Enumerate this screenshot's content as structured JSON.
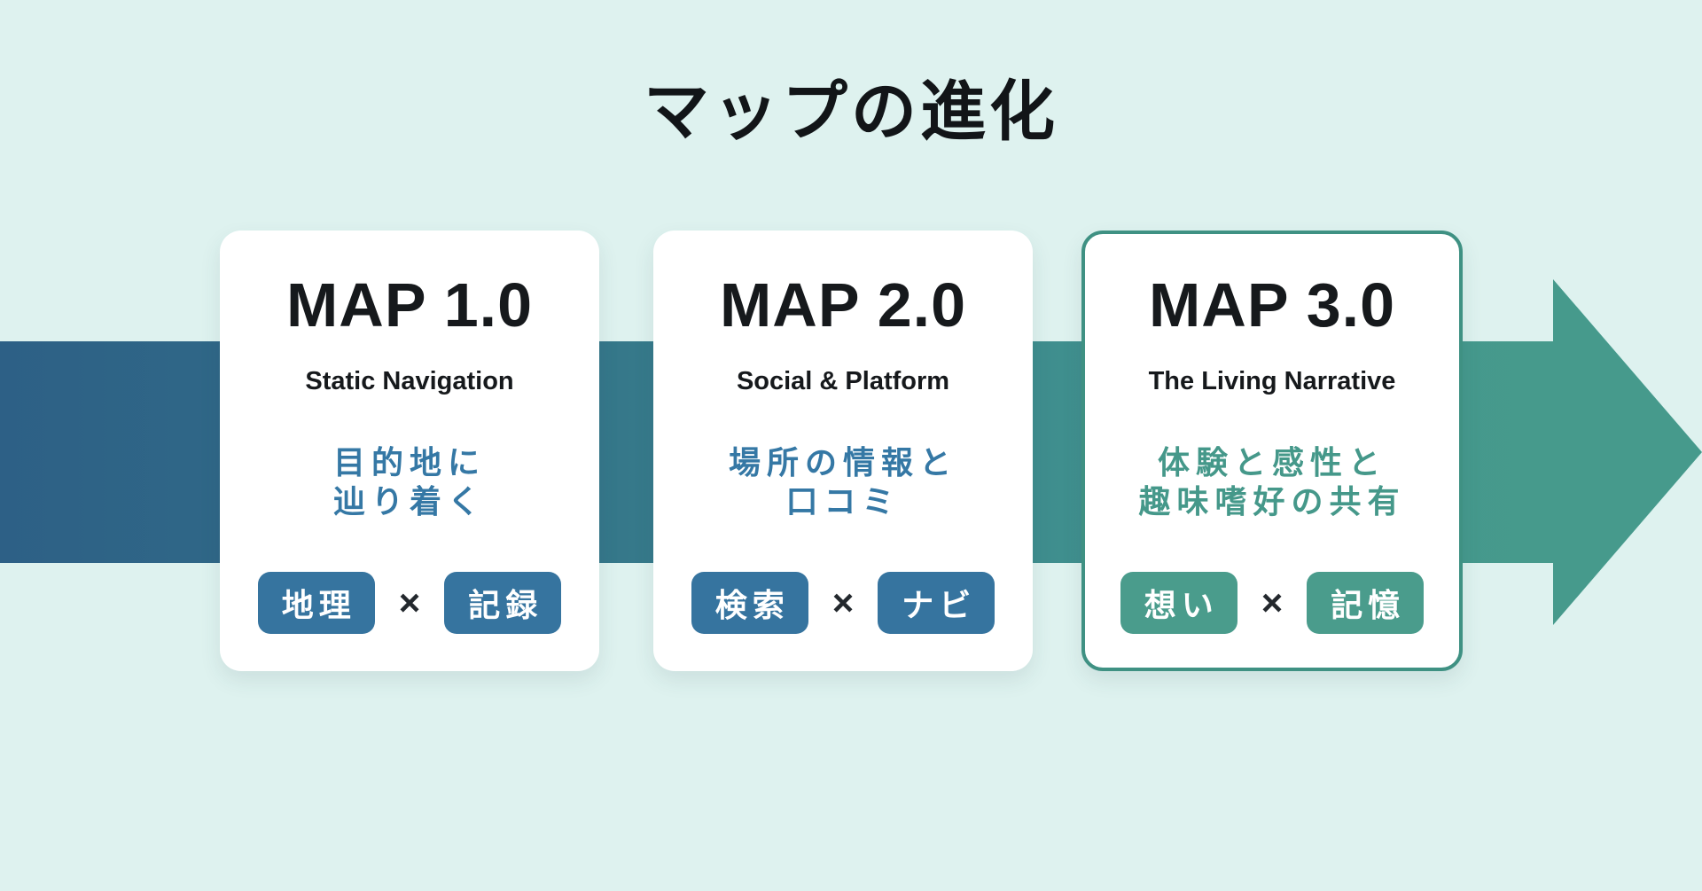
{
  "title": "マップの進化",
  "colors": {
    "background": "#def2ef",
    "arrow_gradient_start": "#2d6086",
    "arrow_gradient_end": "#469a8c",
    "blue_text": "#3578a5",
    "blue_badge": "#36749f",
    "green_text": "#45988a",
    "green_badge": "#4a9c8c",
    "highlight_card_border": "#3f9183",
    "heading_text": "#16191c"
  },
  "cards": [
    {
      "heading": "MAP 1.0",
      "subtitle": "Static Navigation",
      "description_lines": [
        "目的地に",
        "辿り着く"
      ],
      "badges": [
        "地理",
        "記録"
      ],
      "separator": "×",
      "highlighted": false
    },
    {
      "heading": "MAP 2.0",
      "subtitle": "Social & Platform",
      "description_lines": [
        "場所の情報と",
        "口コミ"
      ],
      "badges": [
        "検索",
        "ナビ"
      ],
      "separator": "×",
      "highlighted": false
    },
    {
      "heading": "MAP 3.0",
      "subtitle": "The Living Narrative",
      "description_lines": [
        "体験と感性と",
        "趣味嗜好の共有"
      ],
      "badges": [
        "想い",
        "記憶"
      ],
      "separator": "×",
      "highlighted": true
    }
  ]
}
